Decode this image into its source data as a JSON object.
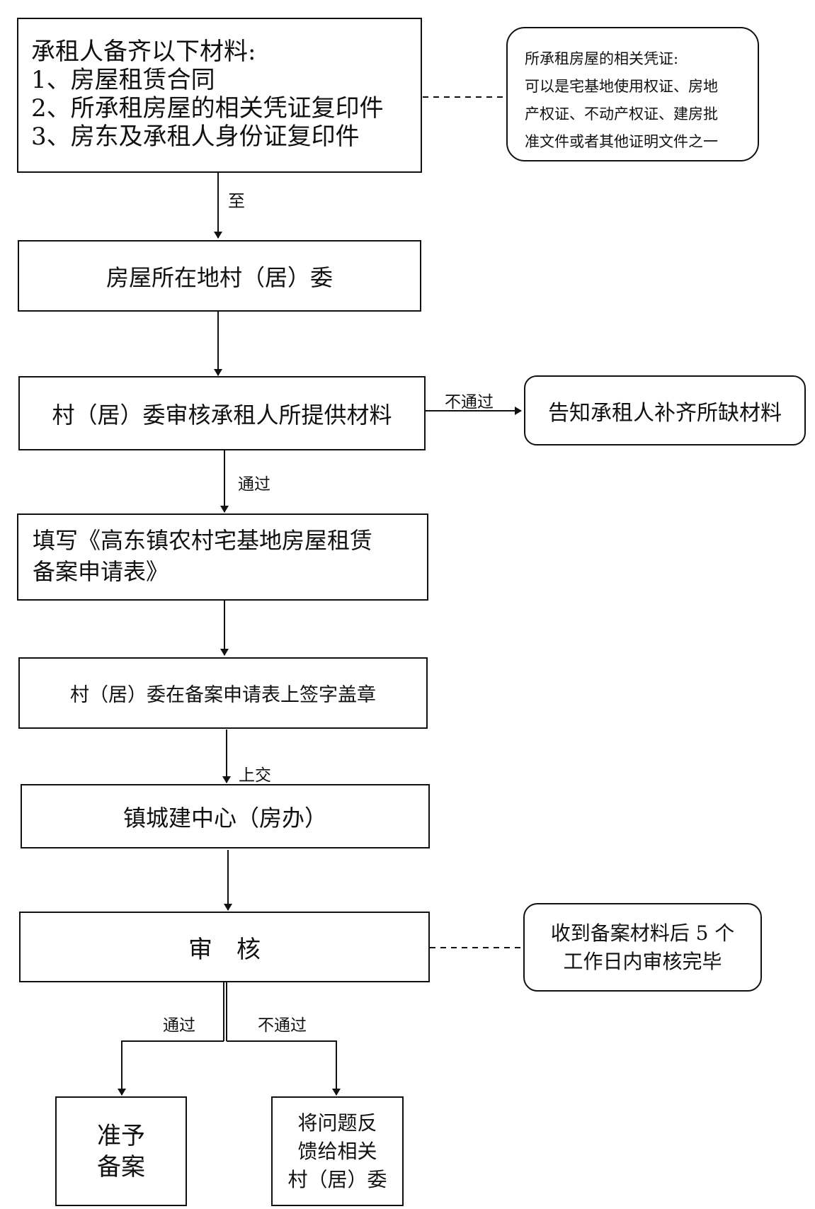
{
  "materials": {
    "heading": "承租人备齐以下材料:",
    "items": [
      "1、房屋租赁合同",
      "2、所承租房屋的相关凭证复印件",
      "3、房东及承租人身份证复印件"
    ]
  },
  "note_certificates": {
    "line1": "所承租房屋的相关凭证:",
    "line2": "可以是宅基地使用权证、房地",
    "line3": "产权证、不动产权证、建房批",
    "line4": "准文件或者其他证明文件之一"
  },
  "label_to": "至",
  "village_committee": "房屋所在地村（居）委",
  "review_materials": "村（居）委审核承租人所提供材料",
  "label_fail_1": "不通过",
  "notify_supplement": "告知承租人补齐所缺材料",
  "label_pass_1": "通过",
  "fill_form": {
    "line1": "填写《高东镇农村宅基地房屋租赁",
    "line2": "备案申请表》"
  },
  "sign_seal": "村（居）委在备案申请表上签字盖章",
  "label_submit": "上交",
  "town_center": "镇城建中心（房办）",
  "audit": "审　核",
  "note_deadline": {
    "line1": "收到备案材料后 5 个",
    "line2": "工作日内审核完毕"
  },
  "label_pass_2": "通过",
  "label_fail_2": "不通过",
  "approve": {
    "line1": "准予",
    "line2": "备案"
  },
  "feedback": {
    "line1": "将问题反",
    "line2": "馈给相关",
    "line3": "村（居）委"
  }
}
